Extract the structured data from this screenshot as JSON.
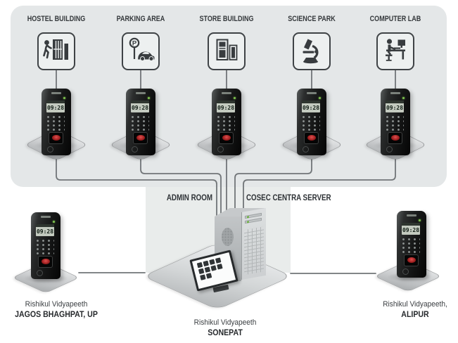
{
  "campus": {
    "locations": [
      {
        "id": "hostel-building",
        "label": "HOSTEL BUILDING",
        "icon": "person-entering-door-icon"
      },
      {
        "id": "parking-area",
        "label": "PARKING AREA",
        "icon": "parking-sign-car-icon",
        "sign_letter": "P"
      },
      {
        "id": "store-building",
        "label": "STORE BUILDING",
        "icon": "store-cabinets-icon"
      },
      {
        "id": "science-park",
        "label": "SCIENCE PARK",
        "icon": "microscope-icon"
      },
      {
        "id": "computer-lab",
        "label": "COMPUTER LAB",
        "icon": "person-at-computer-icon"
      }
    ]
  },
  "device": {
    "time": "09:28"
  },
  "admin": {
    "room_label": "ADMIN ROOM",
    "server_label": "COSEC CENTRA SERVER"
  },
  "sites": {
    "left": {
      "name": "Rishikul Vidyapeeth",
      "place": "JAGOS BHAGHPAT, UP"
    },
    "center": {
      "name": "Rishikul Vidyapeeth",
      "place": "SONEPAT"
    },
    "right": {
      "name": "Rishikul Vidyapeeth,",
      "place": "ALIPUR"
    }
  },
  "colors": {
    "campus_zone_bg": "#e4e7e8",
    "admin_zone_bg": "#e9eceb",
    "connector_line": "#717578",
    "label_text": "#34383b",
    "icon_fill": "#383c3f",
    "led_green": "#7ec24e",
    "fingerprint_sensor_red": "#9c1d1d",
    "lcd_screen": "#c3cabf"
  }
}
